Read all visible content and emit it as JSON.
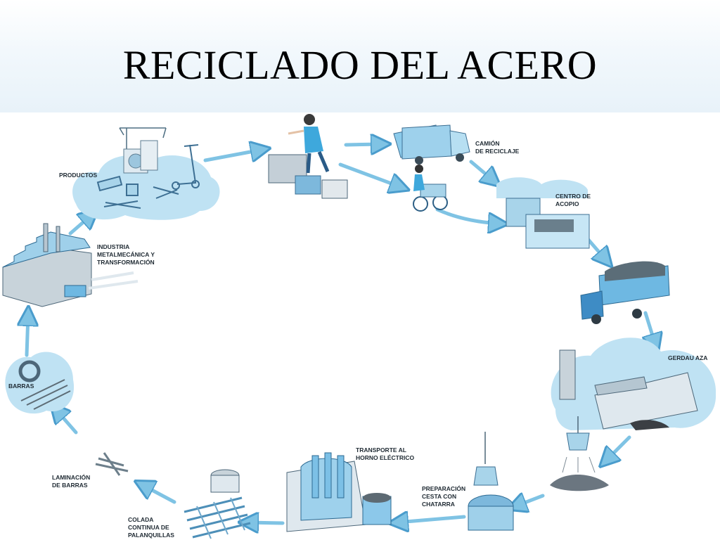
{
  "title": "RECICLADO DEL ACERO",
  "colors": {
    "arrow": "#7fc3e4",
    "arrow_outline": "#4a9ccc",
    "cloud": "#bfe2f3",
    "machine": "#a8d4ea",
    "machine_dark": "#4d8fb8",
    "ink": "#1f2a33"
  },
  "stages": [
    {
      "id": "productos",
      "label": [
        "PRODUCTOS"
      ]
    },
    {
      "id": "camion",
      "label": [
        "CAMIÓN",
        "DE RECICLAJE"
      ]
    },
    {
      "id": "centro",
      "label": [
        "CENTRO DE",
        "ACOPIO"
      ]
    },
    {
      "id": "gerdau",
      "label": [
        "GERDAU AZA"
      ]
    },
    {
      "id": "preparacion",
      "label": [
        "PREPARACIÓN",
        "CESTA CON",
        "CHATARRA"
      ]
    },
    {
      "id": "transporte",
      "label": [
        "TRANSPORTE AL",
        "HORNO ELÉCTRICO"
      ]
    },
    {
      "id": "colada",
      "label": [
        "COLADA",
        "CONTINUA DE",
        "PALANQUILLAS"
      ]
    },
    {
      "id": "laminacion",
      "label": [
        "LAMINACIÓN",
        "DE BARRAS"
      ]
    },
    {
      "id": "barras",
      "label": [
        "BARRAS"
      ]
    },
    {
      "id": "industria",
      "label": [
        "INDUSTRIA",
        "METALMECÁNICA Y",
        "TRANSFORMACIÓN"
      ]
    }
  ]
}
